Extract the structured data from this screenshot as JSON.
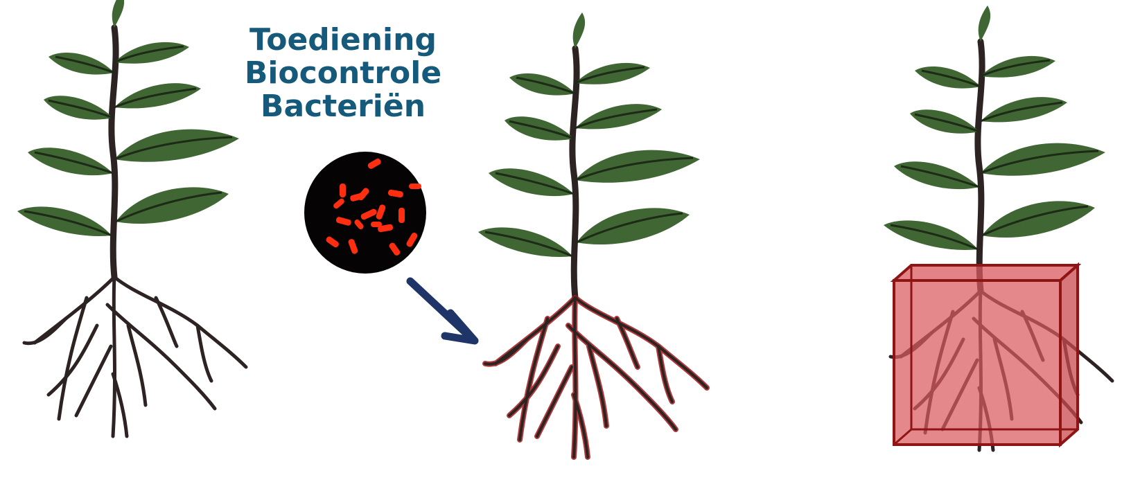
{
  "title": {
    "line1": "Toediening",
    "line2": "Biocontrole",
    "line3": "Bacteriën"
  },
  "colors": {
    "title": "#155a7a",
    "arrow": "#1f3568",
    "leaf": "#3f6633",
    "stem": "#2d2323",
    "treated_root": "#a01818",
    "box_fill": "#d95a5f",
    "box_edge": "#8f1414",
    "micro_bg": "#050303",
    "bacteria": "#ff2e10"
  },
  "panels": [
    {
      "name": "untreated-plant",
      "root_state": "normal"
    },
    {
      "name": "treated-plant",
      "root_state": "colonized"
    },
    {
      "name": "rhizosphere-plant",
      "root_state": "zone-highlighted"
    }
  ],
  "icons": {
    "micrograph": "bacteria-micrograph-icon",
    "arrow": "arrow-down-right-icon",
    "zone": "rhizosphere-box-icon"
  }
}
